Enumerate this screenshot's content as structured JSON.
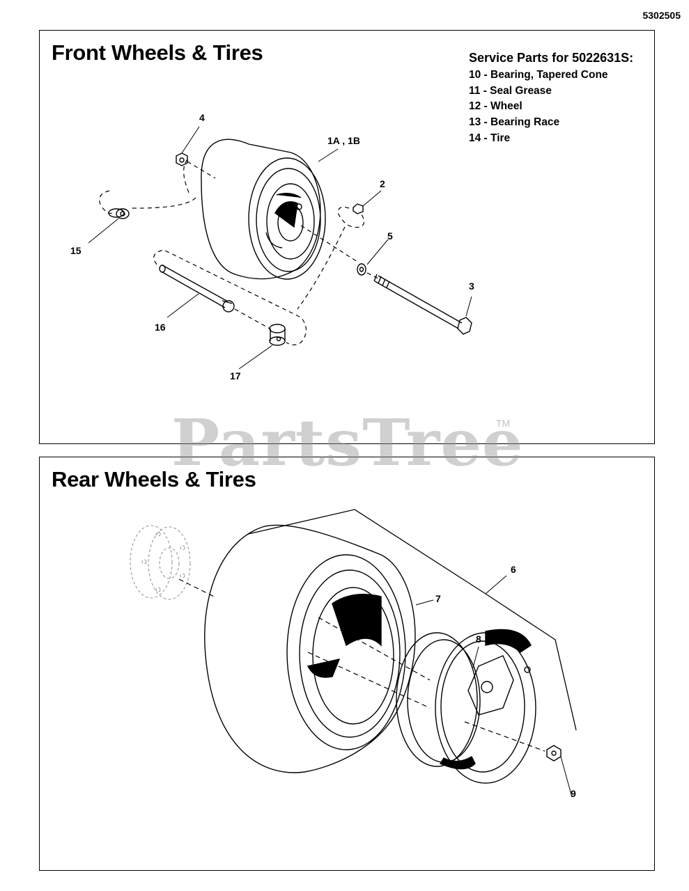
{
  "doc_number": "5302505",
  "front": {
    "title": "Front Wheels & Tires",
    "service_heading": "Service Parts for 5022631S:",
    "service_items": [
      "10 - Bearing, Tapered Cone",
      "11 - Seal Grease",
      "12 - Wheel",
      "13 - Bearing Race",
      "14 - Tire"
    ],
    "callouts": {
      "c1": "1A , 1B",
      "c2": "2",
      "c3": "3",
      "c4": "4",
      "c5": "5",
      "c15": "15",
      "c16": "16",
      "c17": "17"
    }
  },
  "rear": {
    "title": "Rear Wheels & Tires",
    "callouts": {
      "c6": "6",
      "c7": "7",
      "c8": "8",
      "c9": "9"
    }
  },
  "watermark": {
    "text": "PartsTree",
    "tm": "TM"
  }
}
